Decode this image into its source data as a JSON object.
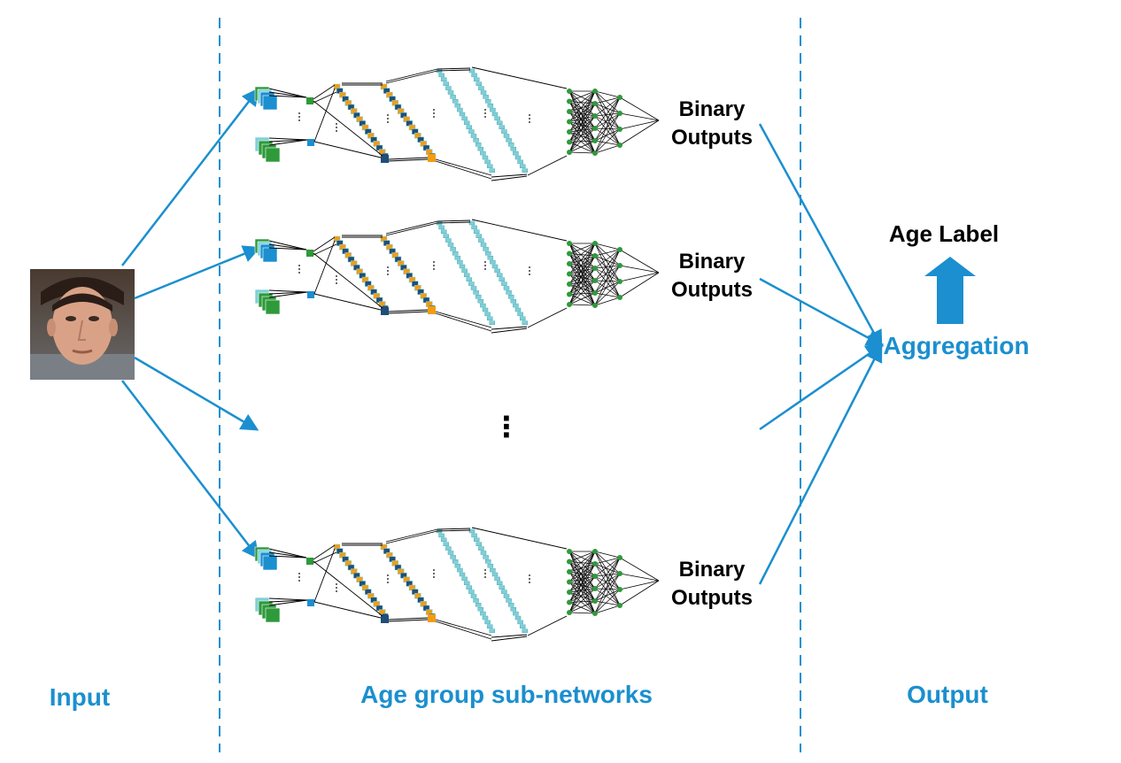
{
  "sections": {
    "input_label": "Input",
    "subnetworks_label": "Age group sub-networks",
    "output_label": "Output"
  },
  "subnetworks": [
    {
      "output_line1": "Binary",
      "output_line2": "Outputs"
    },
    {
      "output_line1": "Binary",
      "output_line2": "Outputs"
    },
    {
      "output_line1": "Binary",
      "output_line2": "Outputs"
    }
  ],
  "aggregation_label": "Aggregation",
  "age_label": "Age Label",
  "ellipsis": "⋮",
  "colors": {
    "accent": "#1b8fcf",
    "green": "#2e9a3a",
    "teal": "#7fd0d8",
    "orange": "#f39c12",
    "navy": "#1f4e79"
  }
}
